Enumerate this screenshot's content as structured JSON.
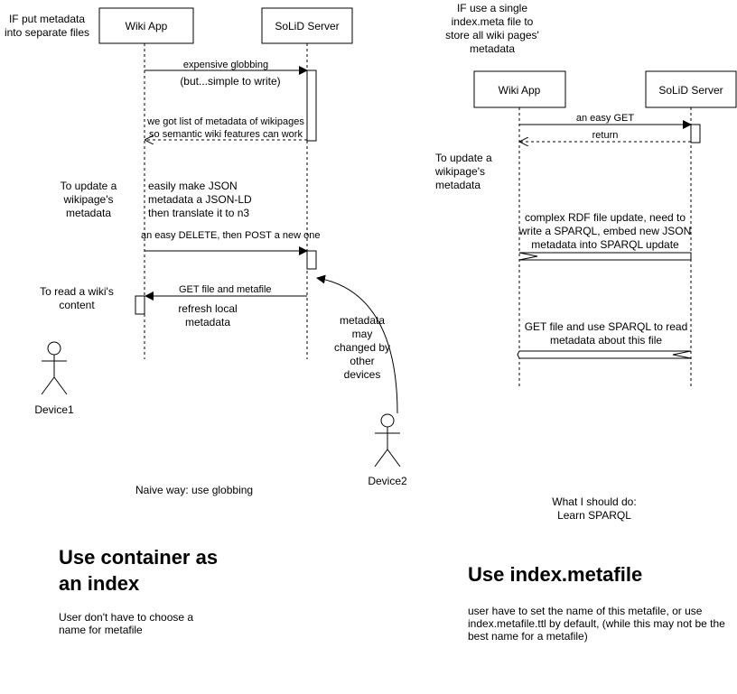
{
  "left": {
    "premise": "IF put metadata into separate files",
    "participants": [
      "Wiki App",
      "SoLiD Server"
    ],
    "messages": {
      "globbing": "expensive globbing",
      "globbing_note": "(but...simple to write)",
      "got_list": "we got list of metadata of wikipages so semantic wiki features can work",
      "update_note": "easily make JSON metadata a JSON-LD then translate it to n3",
      "delete_post": "an easy DELETE, then POST a new one",
      "get_file": "GET file and metafile",
      "refresh": "refresh local metadata",
      "changed": "metadata may changed by other devices"
    },
    "side_labels": {
      "update": "To update a wikipage's metadata",
      "read": "To read a wiki's content"
    },
    "actors": [
      "Device1",
      "Device2"
    ],
    "caption": "Naive way: use globbing",
    "heading": "Use container as an index",
    "description": "User don't have to choose a name for metafile"
  },
  "right": {
    "premise": "IF use a single index.meta file to store all wiki pages' metadata",
    "participants": [
      "Wiki App",
      "SoLiD Server"
    ],
    "messages": {
      "get": "an easy GET",
      "return": "return",
      "rdf_update": "complex RDF file update, need to write a SPARQL, embed new JSON metadata into SPARQL update",
      "get_sparql": "GET file and use SPARQL to read metadata about this file"
    },
    "side_labels": {
      "update": "To update a wikipage's metadata"
    },
    "caption": "What I should do: Learn SPARQL",
    "heading": "Use index.metafile",
    "description": "user have to set the name of this metafile, or use index.metafile.ttl by default, (while this may not be the best name for a metafile)"
  }
}
